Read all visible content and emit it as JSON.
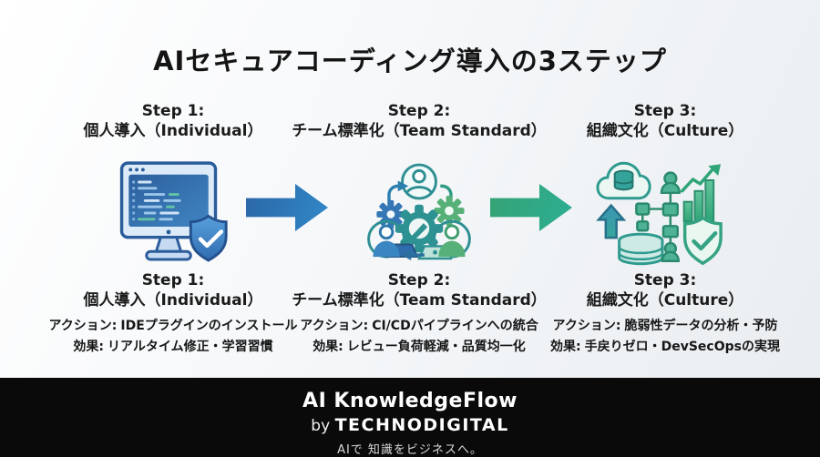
{
  "title": "AIセキュアコーディング導入の3ステップ",
  "steps": [
    {
      "top_title": "Step 1:",
      "top_name": "個人導入（Individual）",
      "bottom_title": "Step 1:",
      "bottom_name": "個人導入（Individual）",
      "action_label": "アクション:",
      "action": "IDEプラグインのインストール",
      "effect_label": "効果:",
      "effect": "リアルタイム修正・学習習慣",
      "icon": "monitor-code-shield-icon",
      "accent": "#2e74b8"
    },
    {
      "top_title": "Step 2:",
      "top_name": "チーム標準化（Team Standard）",
      "bottom_title": "Step 2:",
      "bottom_name": "チーム標準化（Team Standard）",
      "action_label": "アクション:",
      "action": "CI/CDパイプラインへの統合",
      "effect_label": "効果:",
      "effect": "レビュー負荷軽減・品質均一化",
      "icon": "team-collaboration-gears-icon",
      "accent": "#2f9595"
    },
    {
      "top_title": "Step 3:",
      "top_name": "組織文化（Culture）",
      "bottom_title": "Step 3:",
      "bottom_name": "組織文化（Culture）",
      "action_label": "アクション:",
      "action": "脆弱性データの分析・予防",
      "effect_label": "効果:",
      "effect": "手戻りゼロ・DevSecOpsの実現",
      "icon": "data-culture-ecosystem-icon",
      "accent": "#2fa584"
    }
  ],
  "arrows": [
    {
      "name": "arrow-step1-to-step2",
      "color_start": "#2b67a6",
      "color_end": "#3188c9"
    },
    {
      "name": "arrow-step2-to-step3",
      "color_start": "#35a273",
      "color_end": "#2caf94"
    }
  ],
  "footer": {
    "brand": "AI KnowledgeFlow",
    "by_prefix": "by",
    "company": "TECHNODIGITAL",
    "tagline": "AIで 知識をビジネスへ。"
  },
  "colors": {
    "background_start": "#ffffff",
    "background_end": "#e9edf0",
    "footer_bg": "#0a0a0a",
    "text": "#161616"
  }
}
